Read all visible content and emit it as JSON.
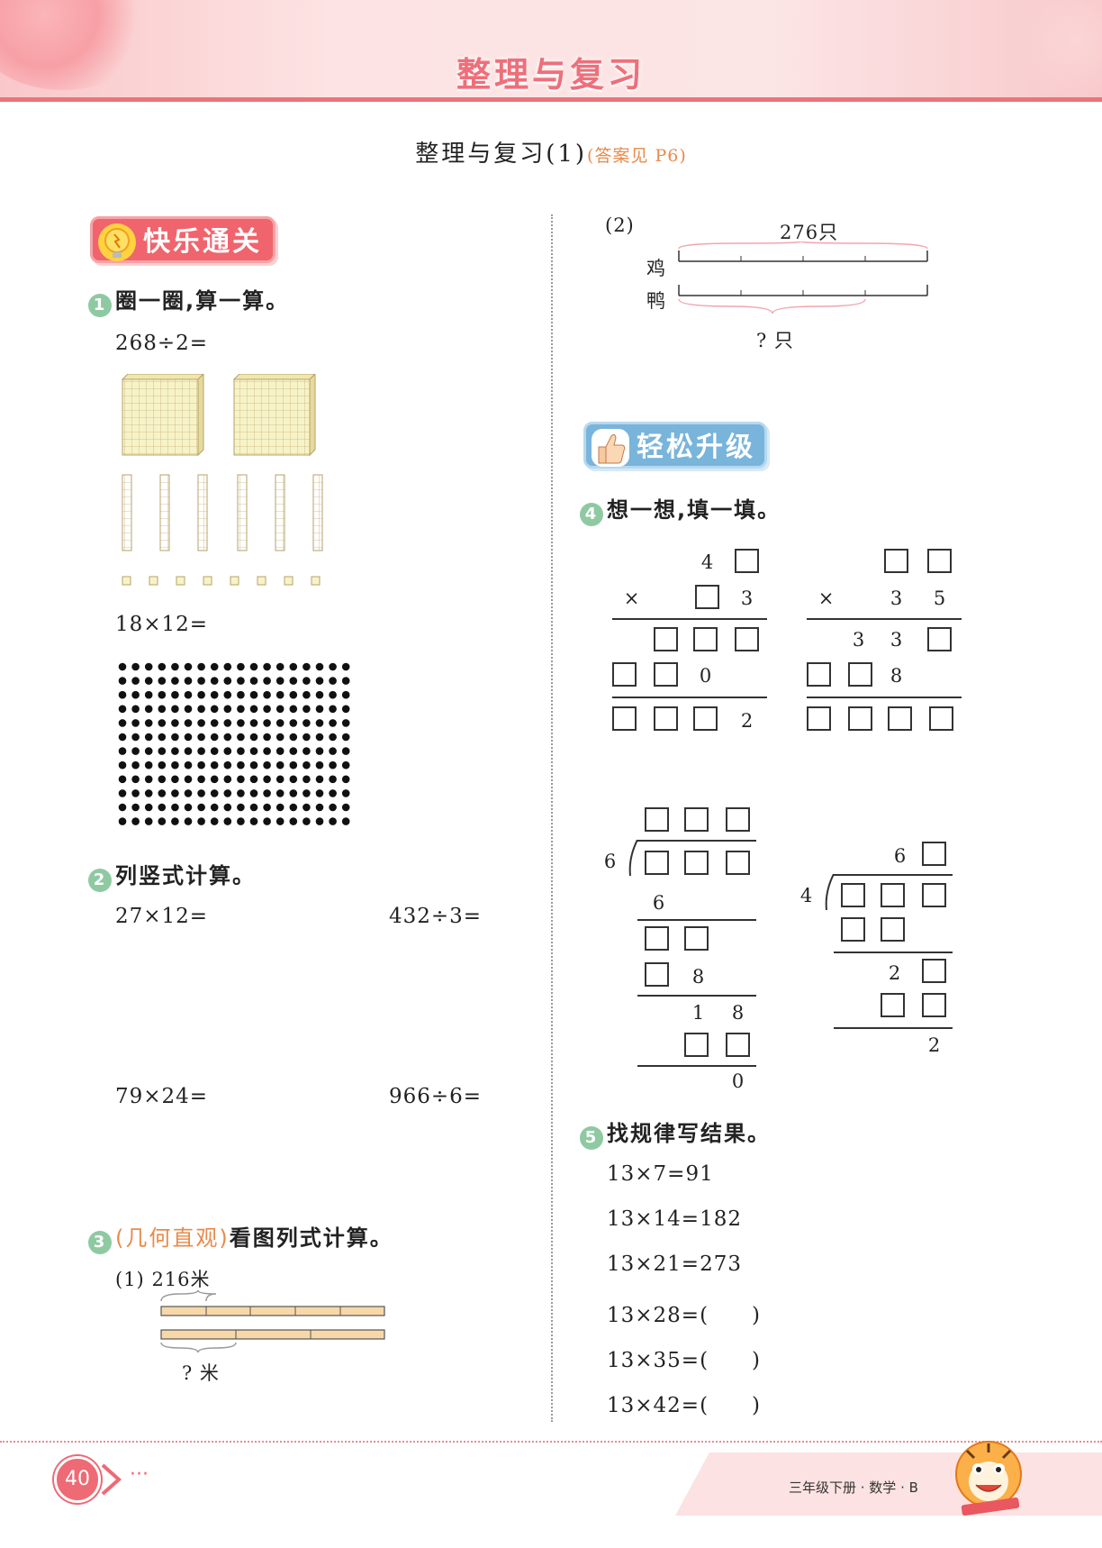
{
  "header": {
    "title": "整理与复习"
  },
  "subtitle": {
    "main": "整理与复习(1)",
    "answer_ref": "(答案见 P6)"
  },
  "section1": {
    "label": "快乐通关"
  },
  "q1": {
    "num": "1",
    "title": "圈一圈,算一算。",
    "expr_a": "268÷2=",
    "expr_b": "18×12="
  },
  "q2": {
    "num": "2",
    "title": "列竖式计算。",
    "items": [
      "27×12=",
      "432÷3=",
      "79×24=",
      "966÷6="
    ]
  },
  "q3": {
    "num": "3",
    "tag": "(几何直观)",
    "title": "看图列式计算。",
    "p1": {
      "label": "(1)",
      "top": "216米",
      "bottom": "? 米"
    },
    "p2": {
      "label": "(2)",
      "top": "276只",
      "row1": "鸡",
      "row2": "鸭",
      "bottom": "? 只"
    }
  },
  "section2": {
    "label": "轻松升级"
  },
  "q4": {
    "num": "4",
    "title": "想一想,填一填。",
    "m1": {
      "top": "4",
      "op": "×",
      "d3": "3",
      "d0": "0",
      "d2": "2"
    },
    "m2": {
      "op": "×",
      "a": "3",
      "b": "5",
      "c": "3",
      "d": "3",
      "e": "8"
    },
    "v1": {
      "divisor": "6",
      "s1": "6",
      "s2": "8",
      "s3a": "1",
      "s3b": "8",
      "rem": "0"
    },
    "v2": {
      "divisor": "4",
      "q1": "6",
      "s1": "2",
      "rem": "2"
    }
  },
  "q5": {
    "num": "5",
    "title": "找规律写结果。",
    "lines": [
      "13×7=91",
      "13×14=182",
      "13×21=273",
      "13×28=(　　)",
      "13×35=(　　)",
      "13×42=(　　)"
    ]
  },
  "footer": {
    "page": "40",
    "dots": "···",
    "book": "三年级下册 · 数学 · B"
  }
}
